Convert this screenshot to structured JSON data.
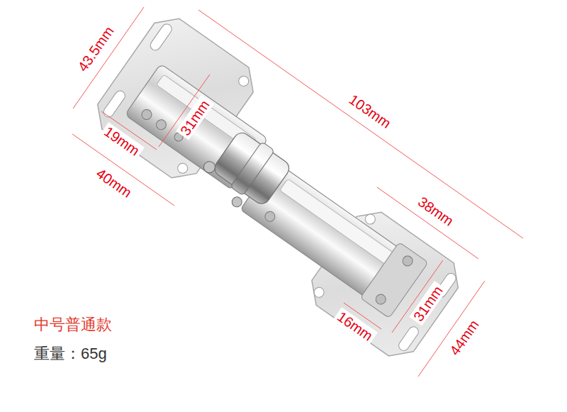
{
  "diagram": {
    "labels": [
      "43.5mm",
      "103mm",
      "31mm",
      "19mm",
      "40mm",
      "38mm",
      "16mm",
      "31mm",
      "44mm",
      "中号普通款",
      "重量：65g"
    ]
  }
}
